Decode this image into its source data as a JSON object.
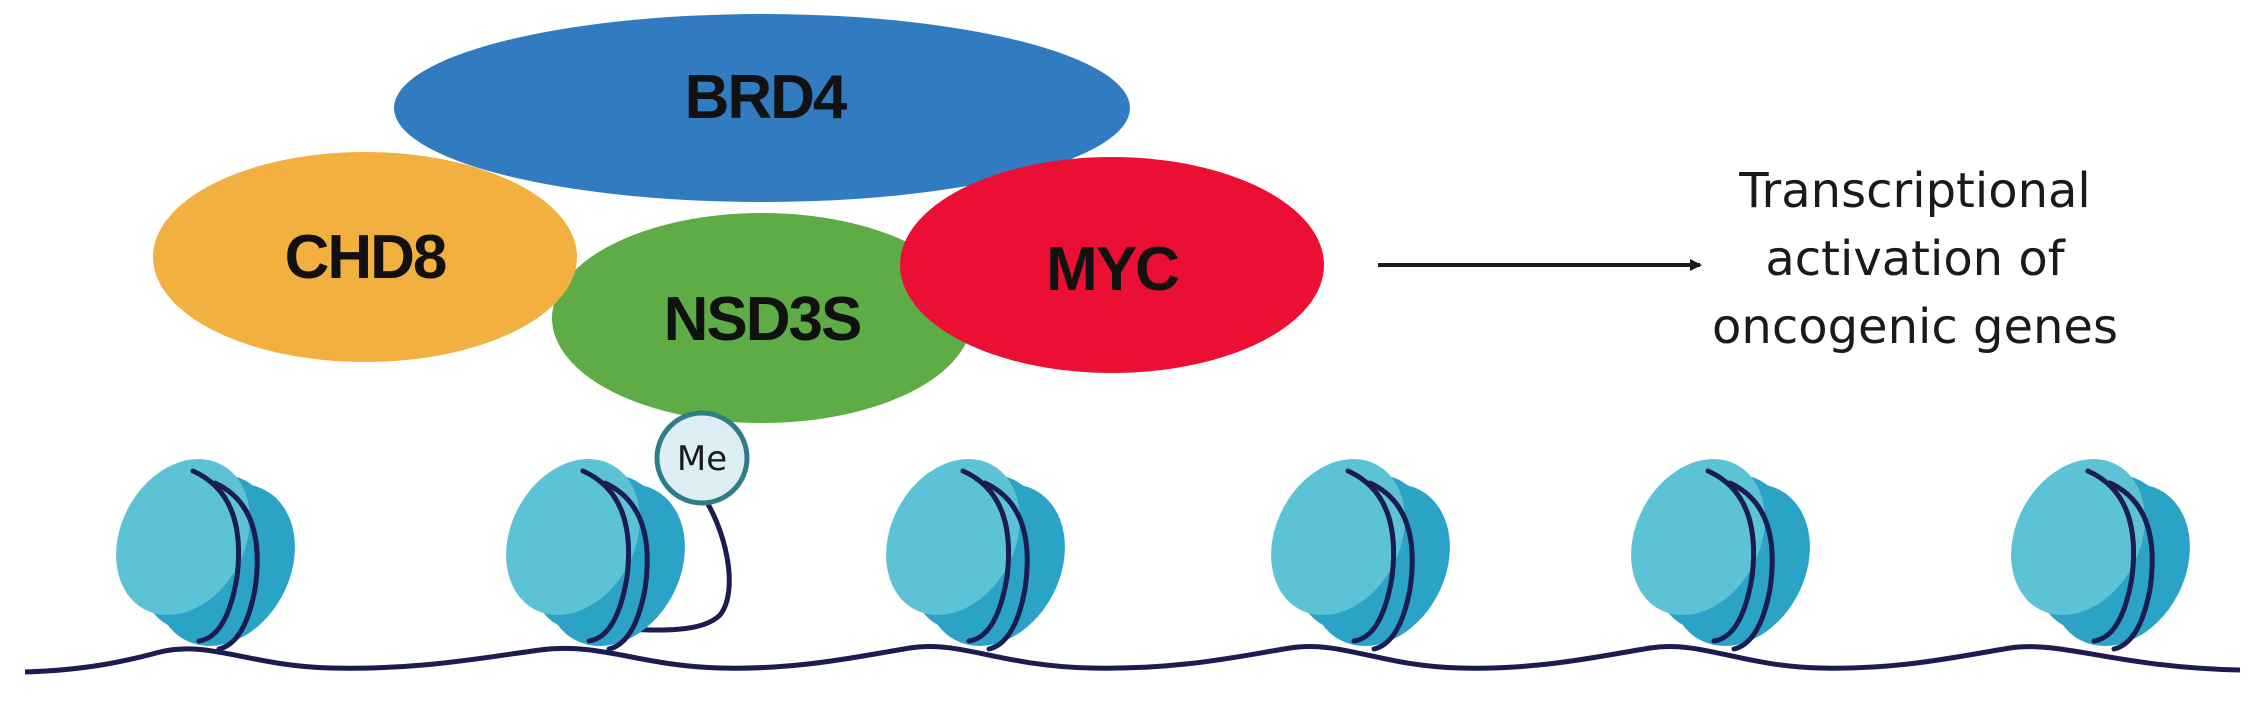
{
  "proteins": {
    "brd4": {
      "label": "BRD4",
      "color": "#317CC0"
    },
    "chd8": {
      "label": "CHD8",
      "color": "#F1B040"
    },
    "nsd3s": {
      "label": "NSD3S",
      "color": "#5EAC45"
    },
    "myc": {
      "label": "MYC",
      "color": "#EC0F34"
    }
  },
  "methyl_mark": {
    "label": "Me",
    "fill": "#DDEFF5",
    "stroke": "#2F7E87"
  },
  "outcome": {
    "lines": [
      "Transcriptional",
      "activation of",
      "oncogenic genes"
    ]
  },
  "nucleosomes": {
    "count": 6,
    "light": "#5CC3D6",
    "mid": "#2BA3C6",
    "dna": "#1C1C52"
  }
}
